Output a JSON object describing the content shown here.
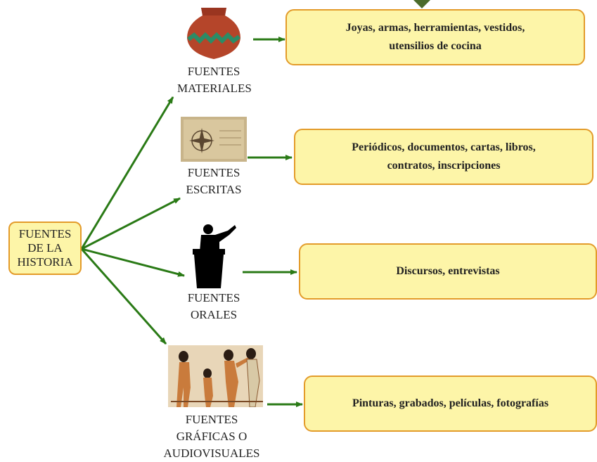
{
  "root": {
    "label": "FUENTES\nDE LA\nHISTORIA"
  },
  "sources": [
    {
      "id": "materiales",
      "label": "FUENTES\nMATERIALES",
      "icon": "clay-pot-icon",
      "result": "Joyas, armas, herramientas, vestidos,\nutensilios de cocina"
    },
    {
      "id": "escritas",
      "label": "FUENTES\nESCRITAS",
      "icon": "parchment-compass-icon",
      "result": "Periódicos, documentos, cartas, libros,\ncontratos, inscripciones"
    },
    {
      "id": "orales",
      "label": "FUENTES\nORALES",
      "icon": "speaker-podium-icon",
      "result": "Discursos, entrevistas"
    },
    {
      "id": "graficas",
      "label": "FUENTES\nGRÁFICAS O\nAUDIOVISUALES",
      "icon": "egyptian-mural-icon",
      "result": "Pinturas, grabados, películas, fotografías"
    }
  ],
  "colors": {
    "arrow": "#2a7a16",
    "box_fill": "#fdf5a8",
    "box_border": "#e39b2a",
    "top_marker": "#4b6b2a"
  }
}
